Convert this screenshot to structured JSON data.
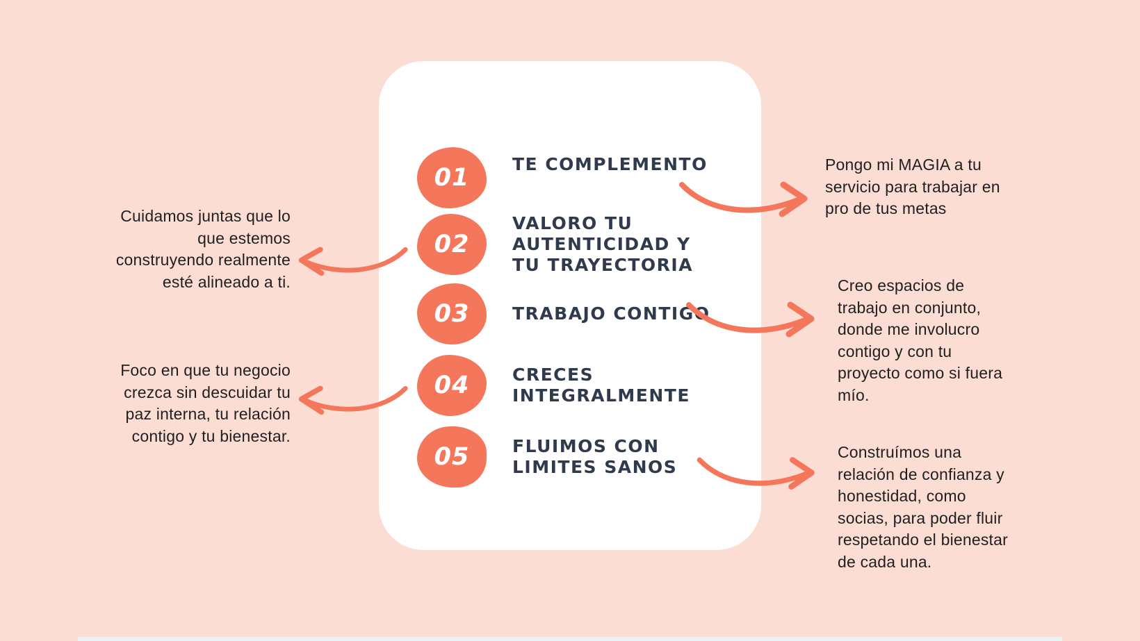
{
  "card": {
    "items": [
      {
        "number": "01",
        "title": "TE COMPLEMENTO"
      },
      {
        "number": "02",
        "title": "VALORO TU\nAUTENTICIDAD Y\nTU TRAYECTORIA"
      },
      {
        "number": "03",
        "title": "TRABAJO CONTIGO"
      },
      {
        "number": "04",
        "title": "CRECES\nINTEGRALMENTE"
      },
      {
        "number": "05",
        "title": "FLUIMOS CON\nLIMITES SANOS"
      }
    ]
  },
  "annotations_left": [
    {
      "text": "Cuidamos juntas que lo\nque estemos\nconstruyendo realmente\nesté alineado a ti."
    },
    {
      "text": "Foco en que tu negocio\ncrezca sin descuidar tu\npaz interna, tu relación\ncontigo y tu bienestar."
    }
  ],
  "annotations_right": [
    {
      "text": "Pongo mi MAGIA a tu\nservicio para trabajar en\npro de tus metas"
    },
    {
      "text": "Creo espacios de\ntrabajo en conjunto,\ndonde me involucro\ncontigo y con tu\nproyecto como si fuera\nmío."
    },
    {
      "text": "Construímos una\nrelación de confianza y\nhonestidad, como\nsocias, para poder fluir\nrespetando el bienestar\nde cada una."
    }
  ],
  "colors": {
    "background_pink": "#FCDDD4",
    "card_white": "#FFFFFF",
    "accent_coral": "#F4765B",
    "title_navy": "#2F3A4D",
    "body_text": "#1F1F1F",
    "bottom_strip": "#E8F3F4"
  },
  "icons": {
    "arrow_right": "curved-arrow-right-icon",
    "arrow_left": "curved-arrow-left-icon"
  }
}
